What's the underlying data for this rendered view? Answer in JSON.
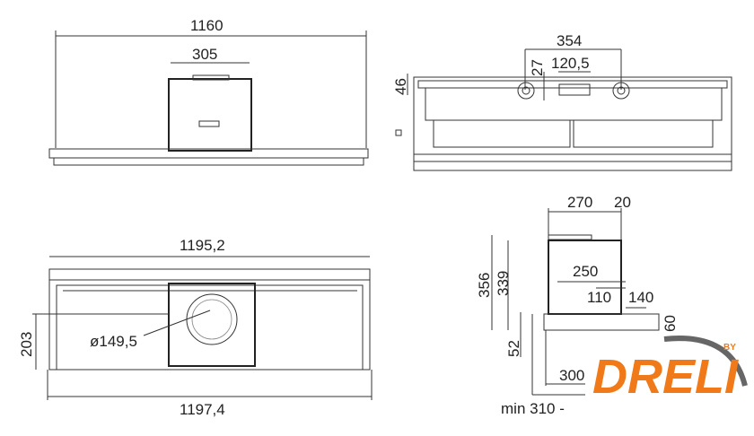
{
  "top_view": {
    "width_label": "1160",
    "chimney_label": "305"
  },
  "front_view": {
    "d354": "354",
    "d120_5": "120,5",
    "d27": "27",
    "d46": "46"
  },
  "bottom_view": {
    "top_width": "1195,2",
    "bottom_width": "1197,4",
    "height": "203",
    "diameter": "ø149,5"
  },
  "side_view": {
    "d270": "270",
    "d20": "20",
    "d356": "356",
    "d339": "339",
    "d250": "250",
    "d110": "110",
    "d140": "140",
    "d60": "60",
    "d52": "52",
    "d300": "300",
    "min_label": "min 310 -"
  },
  "logo": {
    "text": "DRELI",
    "by": "BY",
    "color": "#f07a1a"
  }
}
